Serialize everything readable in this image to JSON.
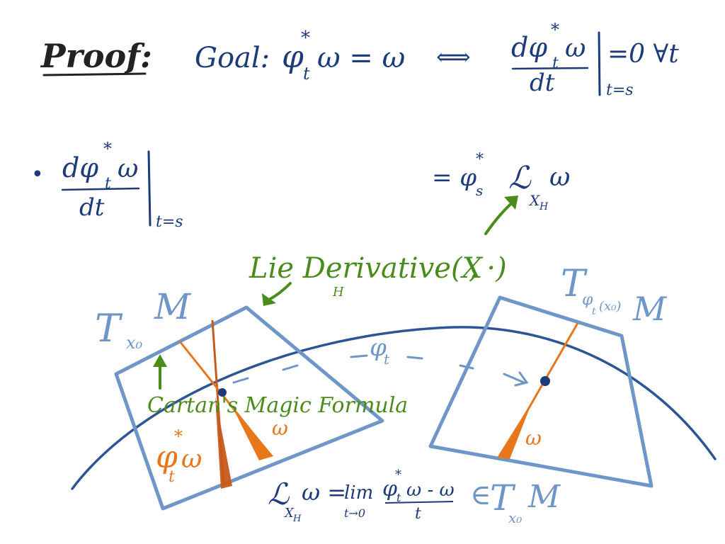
{
  "heading": {
    "proof": "Proof:",
    "goal_label": "Goal:",
    "goal_lhs": "φ",
    "goal_sup": "*",
    "goal_sub": "t",
    "goal_rest": "ω = ω",
    "iff": "⟺",
    "deriv_num": "dφ",
    "deriv_num_sup": "*",
    "deriv_num_sub": "t",
    "deriv_num_rest": "ω",
    "deriv_den": "dt",
    "eval_at": "t=s",
    "eq_zero": "=0 ∀t"
  },
  "bullet": {
    "dot": "•",
    "num": "dφ",
    "num_sup": "*",
    "num_sub": "t",
    "num_rest": "ω",
    "den": "dt",
    "eval_at": "t=s",
    "rhs_eq": "= φ",
    "rhs_sup": "*",
    "rhs_sub": "s",
    "rhs_L": "ℒ",
    "rhs_Lsub": "X",
    "rhs_Lsubsub": "H",
    "rhs_omega": "ω"
  },
  "annotations": {
    "lie_derivative": "Lie Derivative(X",
    "lie_sub": "H",
    "lie_tail": ", ·)",
    "cartan": "Cartan's Magic Formula"
  },
  "diagram": {
    "left_plane_label": "T",
    "left_plane_sub": "x₀",
    "left_plane_M": "M",
    "right_plane_label": "T",
    "right_plane_sub": "φ",
    "right_plane_subsub": "t",
    "right_plane_arg": "(x₀)",
    "right_plane_M": "M",
    "flow_label": "φ",
    "flow_sub": "t",
    "left_phi": "φ",
    "left_phi_sup": "*",
    "left_phi_sub": "t",
    "left_phi_omega": "ω",
    "left_omega": "ω",
    "right_omega": "ω"
  },
  "formula": {
    "L": "ℒ",
    "L_sub": "X",
    "L_subsub": "H",
    "omega_eq": "ω =",
    "lim": "lim",
    "lim_sub": "t→0",
    "frac_num_phi": "φ",
    "frac_num_sup": "*",
    "frac_num_sub": "t",
    "frac_num_rest": "ω - ω",
    "frac_den": "t",
    "in": "∈",
    "T": "T",
    "T_sub": "x₀",
    "M": "M"
  },
  "colors": {
    "ink_blue": "#1d3a7a",
    "light_blue": "#6f96c8",
    "green": "#4a8c1c",
    "orange": "#e8761a",
    "dark_orange": "#c8581a",
    "curve_blue": "#2d5596"
  }
}
